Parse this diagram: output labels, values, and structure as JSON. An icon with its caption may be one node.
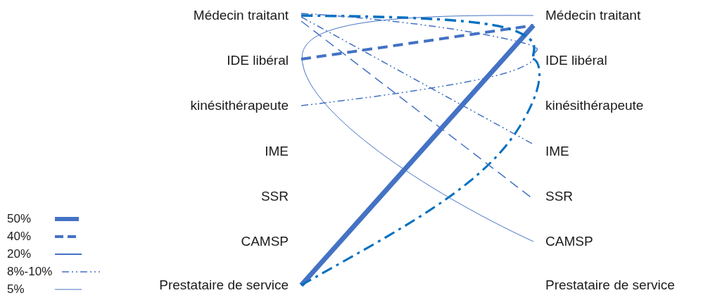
{
  "diagram": {
    "nodes": [
      {
        "text": [
          "Médecin traitant"
        ]
      },
      {
        "text": [
          "IDE libéral"
        ]
      },
      {
        "text": [
          "kinésithérapeute"
        ]
      },
      {
        "text": [
          "IME"
        ]
      },
      {
        "text": [
          "SSR"
        ]
      },
      {
        "text": [
          "CAMSP"
        ]
      },
      {
        "text": [
          "Prestataire de service"
        ]
      },
      {
        "text": [
          "Médecin traitant"
        ]
      },
      {
        "text": [
          "IDE libéral"
        ]
      },
      {
        "text": [
          "kinésithérapeute"
        ]
      },
      {
        "text": [
          "IME"
        ]
      },
      {
        "text": [
          "SSR"
        ]
      },
      {
        "text": [
          "CAMSP"
        ]
      },
      {
        "text": [
          "Prestataire de service"
        ]
      }
    ],
    "edges": [
      {
        "from": 6,
        "to": 7,
        "arrow": "none",
        "style": "thick"
      },
      {
        "from": 1,
        "to": 7,
        "arrow": "none",
        "style": "dashed"
      },
      {
        "from": 0,
        "to": 8,
        "arrow": "none",
        "style": "dashed",
        "color": "#0070c0"
      },
      {
        "from": 6,
        "to": 8,
        "arrow": "none",
        "style": "dashed",
        "color": "#0070c0"
      },
      {
        "from": 0,
        "to": 8,
        "arrow": "none",
        "style": "dashed"
      },
      {
        "from": 0,
        "to": 10,
        "arrow": "none",
        "style": "dashed"
      },
      {
        "from": 0,
        "to": 11,
        "arrow": "none",
        "style": "dashed"
      },
      {
        "from": 2,
        "to": 8,
        "arrow": "none",
        "style": "dashed"
      },
      {
        "from": 7,
        "to": 12,
        "arrow": "none"
      }
    ],
    "legend": [
      {
        "text": "50%"
      },
      {
        "text": "40%"
      },
      {
        "text": "20%"
      },
      {
        "text": "8%-10%"
      },
      {
        "text": "5%"
      }
    ]
  }
}
